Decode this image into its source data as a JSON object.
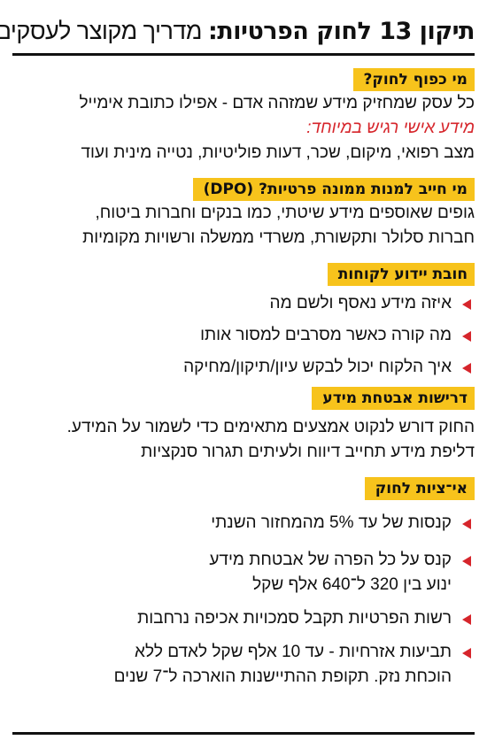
{
  "title": {
    "bold": "תיקון 13 לחוק הפרטיות",
    "separator": ":",
    "light": " מדריך מקוצר לעסקים"
  },
  "sections": [
    {
      "heading": "מי כפוף לחוק?",
      "lines": [
        "כל עסק שמחזיק מידע שמזהה אדם - אפילו כתובת אימייל"
      ],
      "red_line": "מידע אישי רגיש במיוחד:",
      "after_red": "מצב רפואי, מיקום, שכר, דעות פוליטיות, נטייה מינית ועוד"
    },
    {
      "heading": "מי חייב למנות ממונה פרטיות? (DPO)",
      "lines": [
        "גופים שאוספים מידע שיטתי, כמו בנקים וחברות ביטוח,",
        "חברות סלולר ותקשורת, משרדי ממשלה ורשויות מקומיות"
      ]
    },
    {
      "heading": "חובת יידוע לקוחות",
      "bullets": [
        [
          "איזה מידע נאסף ולשם מה"
        ],
        [
          "מה קורה כאשר מסרבים למסור אותו"
        ],
        [
          "איך הלקוח יכול לבקש עיון/תיקון/מחיקה"
        ]
      ]
    },
    {
      "heading": "דרישות אבטחת מידע",
      "lines": [
        "החוק דורש לנקוט אמצעים מתאימים כדי לשמור על המידע.",
        "דליפת מידע תחייב דיווח ולעיתים תגרור סנקציות"
      ]
    },
    {
      "heading": "אי־ציות לחוק",
      "bullets": [
        [
          "קנסות של עד 5% מהמחזור השנתי"
        ],
        [
          "קנס על כל הפרה של אבטחת מידע",
          "ינוע בין 320 ל־640 אלף שקל"
        ],
        [
          "רשות הפרטיות תקבל סמכויות אכיפה נרחבות"
        ],
        [
          "תביעות אזרחיות - עד 10 אלף שקל לאדם ללא",
          "הוכחת נזק. תקופת ההתיישנות הוארכה ל־7 שנים"
        ]
      ]
    }
  ],
  "colors": {
    "heading_bg": "#f7c31c",
    "accent_red": "#d6252b",
    "text": "#111111"
  }
}
